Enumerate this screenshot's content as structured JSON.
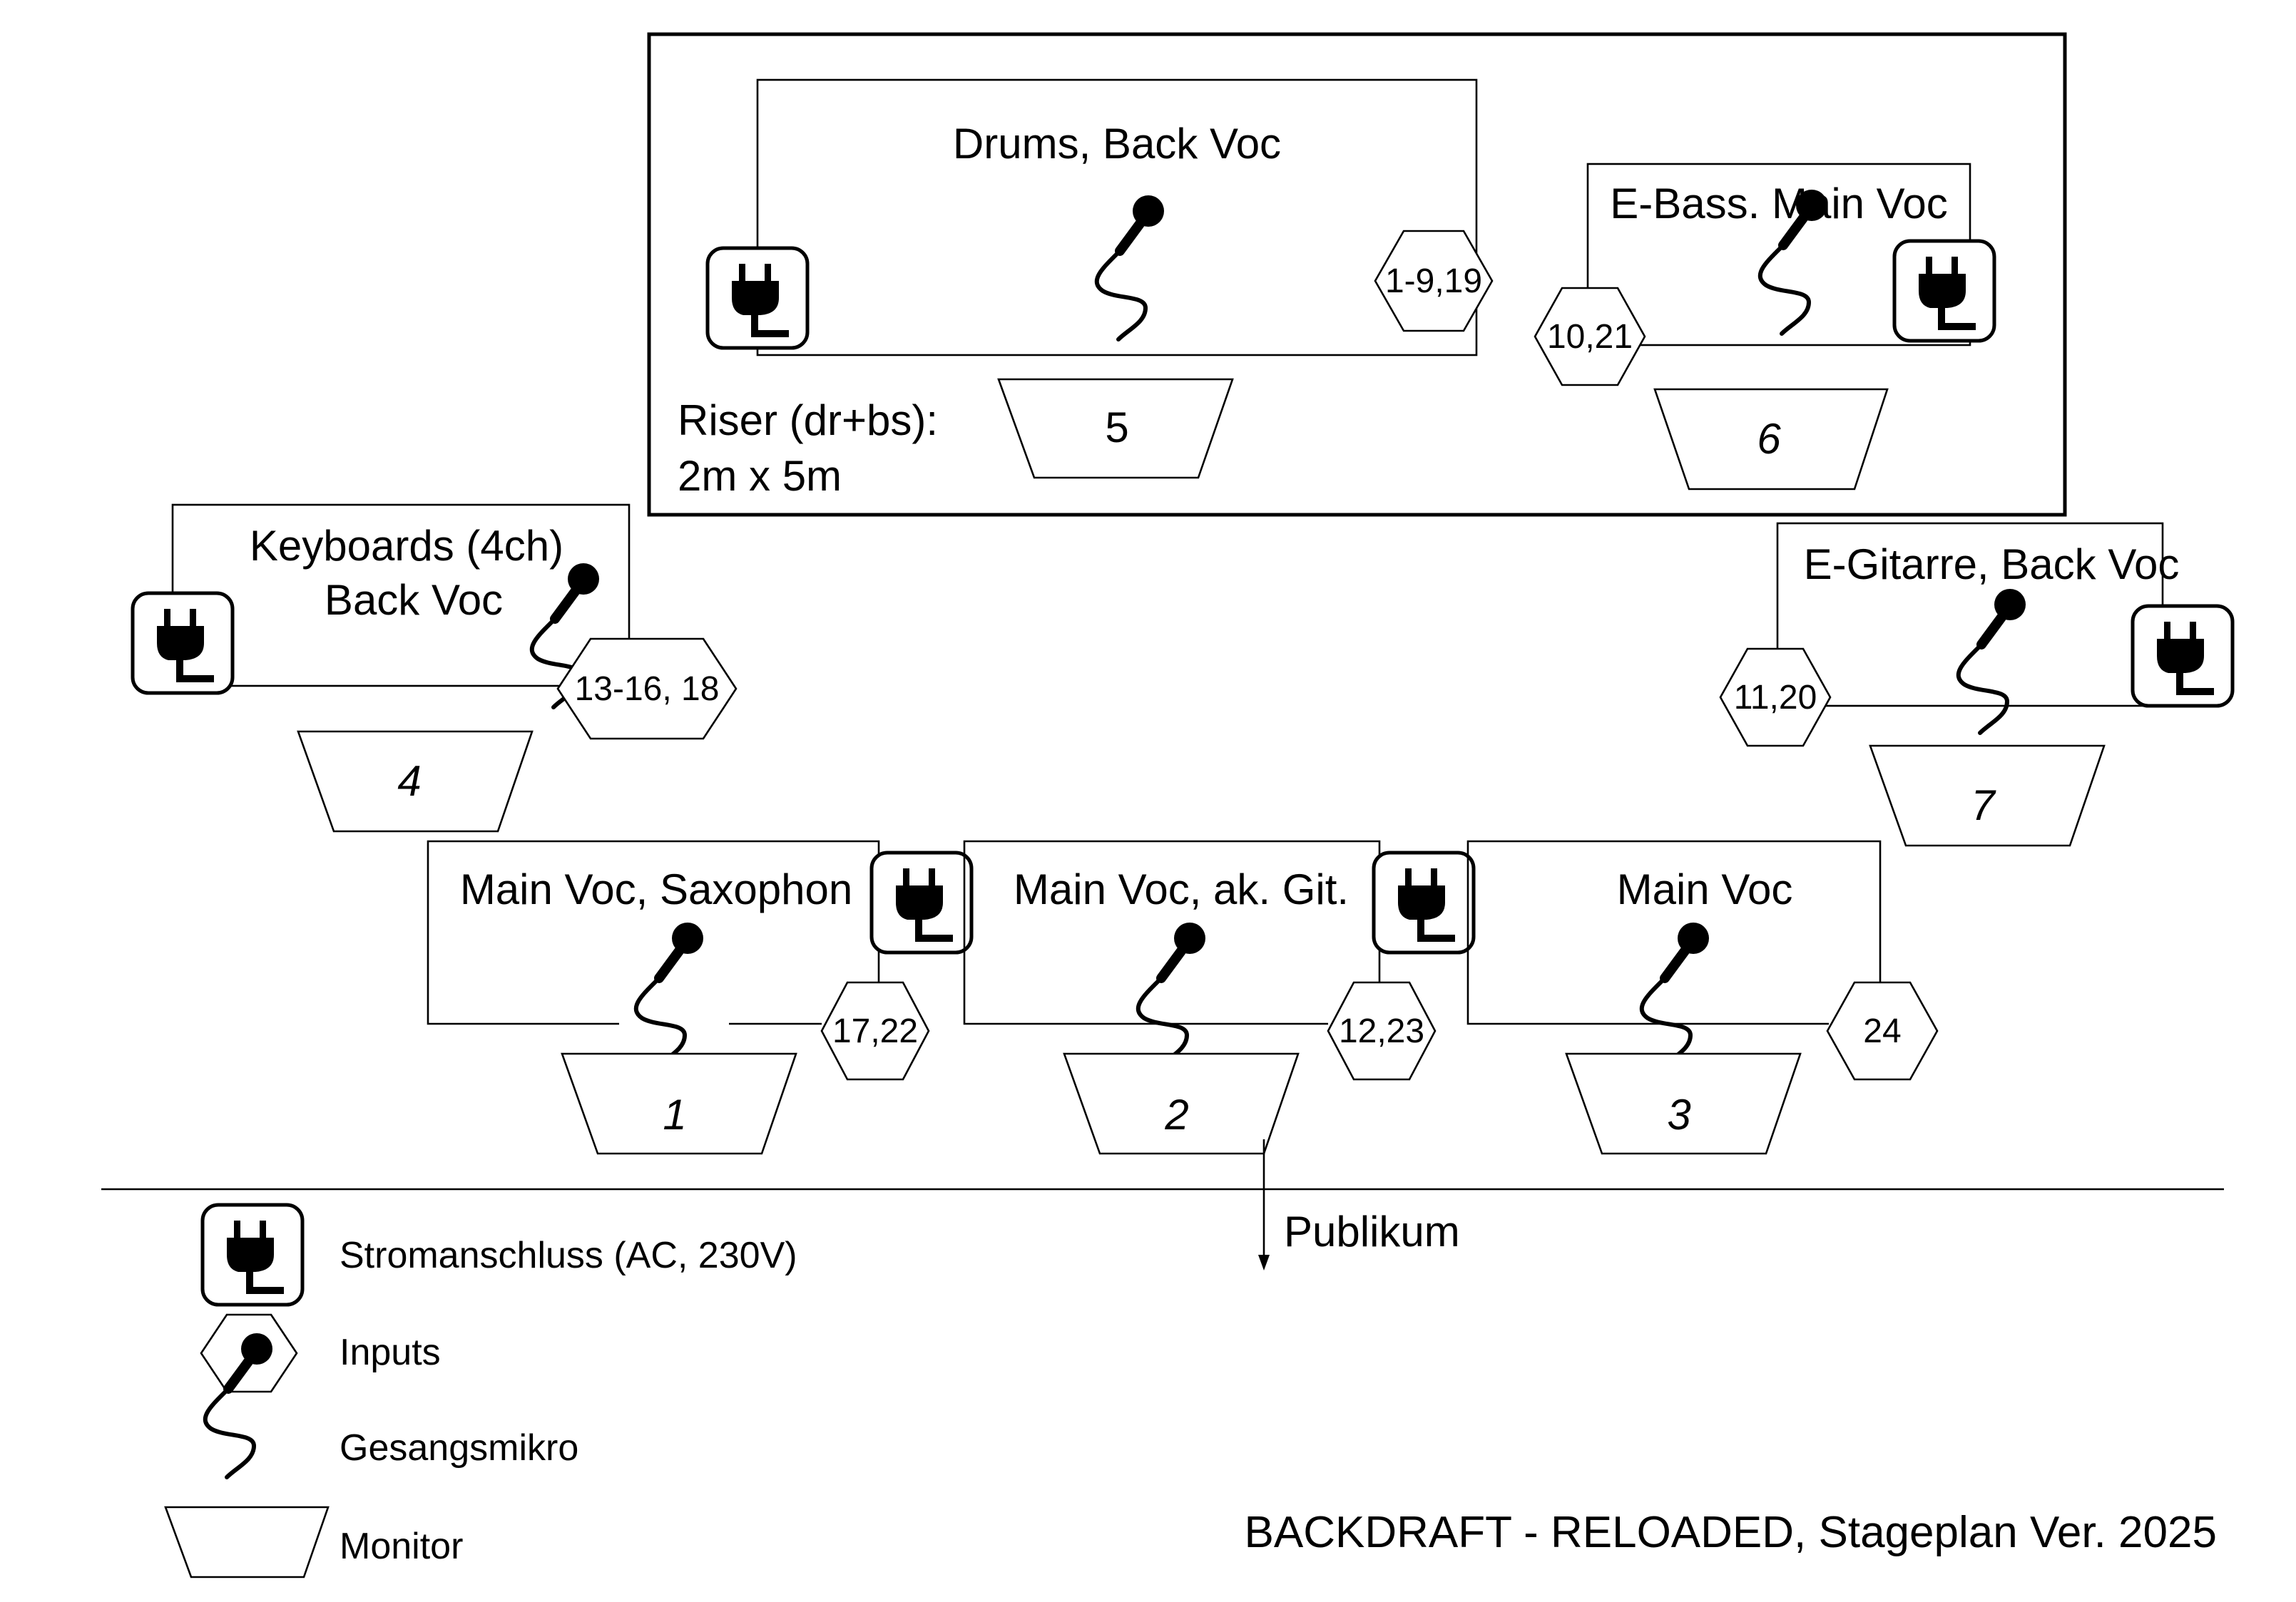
{
  "stations": {
    "drums": "Drums, Back Voc",
    "bass": "E-Bass. Main Voc",
    "keys_line1": "Keyboards (4ch)",
    "keys_line2": "Back Voc",
    "guitar": "E-Gitarre, Back Voc",
    "sax": "Main Voc, Saxophon",
    "akgit": "Main Voc, ak. Git.",
    "mainvoc": "Main Voc"
  },
  "riser": {
    "line1": "Riser (dr+bs):",
    "line2": "2m x 5m"
  },
  "inputs": {
    "drums": "1-9,19",
    "bass": "10,21",
    "keys": "13-16, 18",
    "guitar": "11,20",
    "sax": "17,22",
    "akgit": "12,23",
    "mainvoc": "24"
  },
  "monitors": {
    "m1": "1",
    "m2": "2",
    "m3": "3",
    "m4": "4",
    "m5": "5",
    "m6": "6",
    "m7": "7"
  },
  "audience": "Publikum",
  "legend": {
    "power": "Stromanschluss (AC, 230V)",
    "inputs": "Inputs",
    "mic": "Gesangsmikro",
    "monitor": "Monitor"
  },
  "footer": "BACKDRAFT - RELOADED, Stageplan Ver. 2025"
}
